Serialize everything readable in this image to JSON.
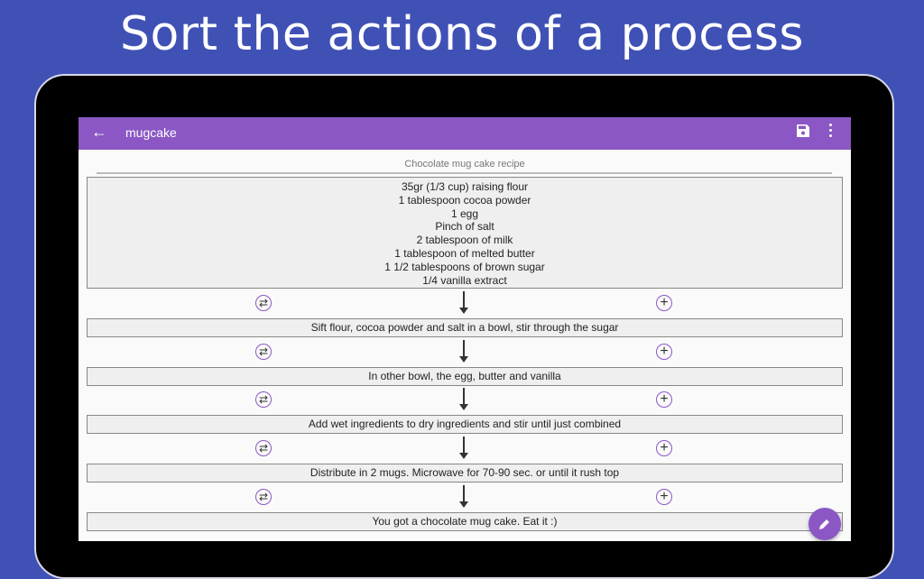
{
  "headline": "Sort the actions of a process",
  "appbar": {
    "title": "mugcake",
    "back_icon": "arrow-left-icon",
    "save_icon": "save-icon",
    "more_icon": "more-vert-icon"
  },
  "recipe": {
    "title": "Chocolate mug cake recipe",
    "ingredients": [
      "35gr (1/3 cup) raising flour",
      "1 tablespoon cocoa powder",
      "1 egg",
      "Pinch of salt",
      "2 tablespoon of milk",
      "1 tablespoon of melted butter",
      "1 1/2 tablespoons of brown sugar",
      "1/4 vanilla extract"
    ],
    "steps": [
      "Sift flour, cocoa powder and salt in a bowl, stir through the sugar",
      "In other bowl, the egg, butter and vanilla",
      "Add wet ingredients to dry ingredients and stir until just combined",
      "Distribute in 2 mugs. Microwave for 70-90 sec. or until it rush top",
      "You got a chocolate mug cake. Eat it :)"
    ]
  },
  "colors": {
    "background": "#4051b5",
    "appbar": "#8a57c4",
    "accent": "#8a57c4"
  },
  "fab_icon": "pencil-icon"
}
